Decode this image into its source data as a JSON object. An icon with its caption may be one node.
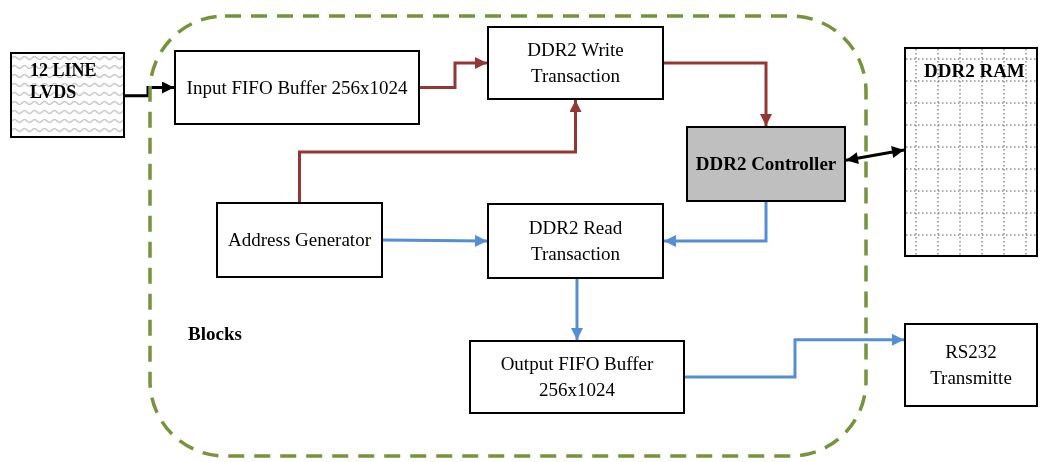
{
  "diagram": {
    "nodes": [
      {
        "text": [
          "Blocks"
        ]
      },
      {
        "text": [
          "12 LINE LVDS"
        ]
      },
      {
        "text": [
          "Input FIFO Buffer 256x1024"
        ],
        "in": 0
      },
      {
        "text": [
          "DDR2 Write Transaction"
        ],
        "in": 0
      },
      {
        "text": [
          "DDR2 Controller"
        ],
        "in": 0
      },
      {
        "text": [
          "DDR2 RAM"
        ]
      },
      {
        "text": [
          "Address Generator"
        ],
        "in": 0
      },
      {
        "text": [
          "DDR2 Read Transaction"
        ],
        "in": 0
      },
      {
        "text": [
          "Output FIFO Buffer 256x1024"
        ],
        "in": 0
      },
      {
        "text": [
          "RS232 Transmitte"
        ]
      }
    ],
    "edges": [
      {
        "from": 1,
        "to": 2,
        "arrow": "to",
        "color": "#000000"
      },
      {
        "from": 2,
        "to": 3,
        "arrow": "to",
        "color": "#943634"
      },
      {
        "from": 3,
        "to": 4,
        "arrow": "to",
        "color": "#943634"
      },
      {
        "from": 6,
        "to": 3,
        "arrow": "to",
        "color": "#943634"
      },
      {
        "from": 4,
        "to": 5,
        "arrow": "both",
        "color": "#000000"
      },
      {
        "from": 6,
        "to": 7,
        "arrow": "to"
      },
      {
        "from": 4,
        "to": 7,
        "arrow": "to"
      },
      {
        "from": 7,
        "to": 8,
        "arrow": "to"
      },
      {
        "from": 8,
        "to": 9,
        "arrow": "to"
      }
    ]
  }
}
